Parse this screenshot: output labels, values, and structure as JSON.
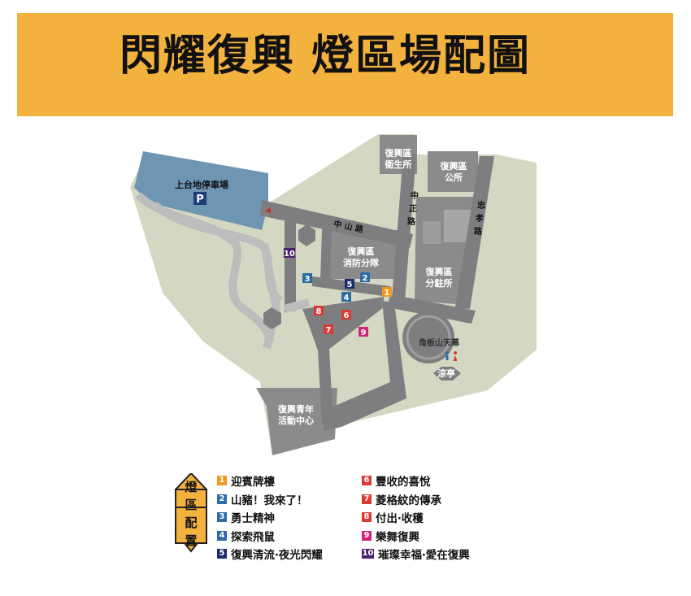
{
  "title": "閃耀復興 燈區場配圖",
  "colors": {
    "banner": "#f3b13d",
    "green_area": "#d4d8c2",
    "building": "#8b8b8b",
    "road": "#7e7e80",
    "parking": "#6e95b2",
    "num_orange": "#ef9a1e",
    "num_blue_mid": "#2d6aa6",
    "num_blue_dark": "#1b2a6b",
    "num_red": "#d93a33",
    "num_magenta": "#d1237a",
    "num_purple": "#4a1f6e"
  },
  "map": {
    "parking": {
      "label": "上台地停車場",
      "sign": "P"
    },
    "buildings": {
      "health_office": "復興區衛生所",
      "district_office": "復興區公所",
      "fire_station": "復興區消防分隊",
      "police_station": "復興區分駐所",
      "youth_center": "復興青年活動中心",
      "amphitheater": "角板山天幕",
      "pavilion": "涼亭"
    },
    "roads": {
      "zhongshan": "中山路",
      "zhongzheng": "中正路",
      "zhongxiao": "忠孝路"
    },
    "markers": [
      "1",
      "2",
      "3",
      "4",
      "5",
      "6",
      "7",
      "8",
      "9",
      "10"
    ]
  },
  "legend": {
    "badge_chars": [
      "燈",
      "區",
      "配",
      "置"
    ],
    "items": [
      {
        "num": "1",
        "text": "迎賓牌樓",
        "color": "#ef9a1e"
      },
      {
        "num": "2",
        "text": "山豬！我來了！",
        "color": "#2d6aa6"
      },
      {
        "num": "3",
        "text": "勇士精神",
        "color": "#2d6aa6"
      },
      {
        "num": "4",
        "text": "探索飛鼠",
        "color": "#2d6aa6"
      },
      {
        "num": "5",
        "text": "復興清流‧夜光閃耀",
        "color": "#1b2a6b"
      },
      {
        "num": "6",
        "text": "豐收的喜悅",
        "color": "#d93a33"
      },
      {
        "num": "7",
        "text": "菱格紋的傳承",
        "color": "#d93a33"
      },
      {
        "num": "8",
        "text": "付出‧收穫",
        "color": "#d93a33"
      },
      {
        "num": "9",
        "text": "樂舞復興",
        "color": "#d1237a"
      },
      {
        "num": "10",
        "text": "璀璨幸福‧愛在復興",
        "color": "#4a1f6e"
      }
    ]
  }
}
